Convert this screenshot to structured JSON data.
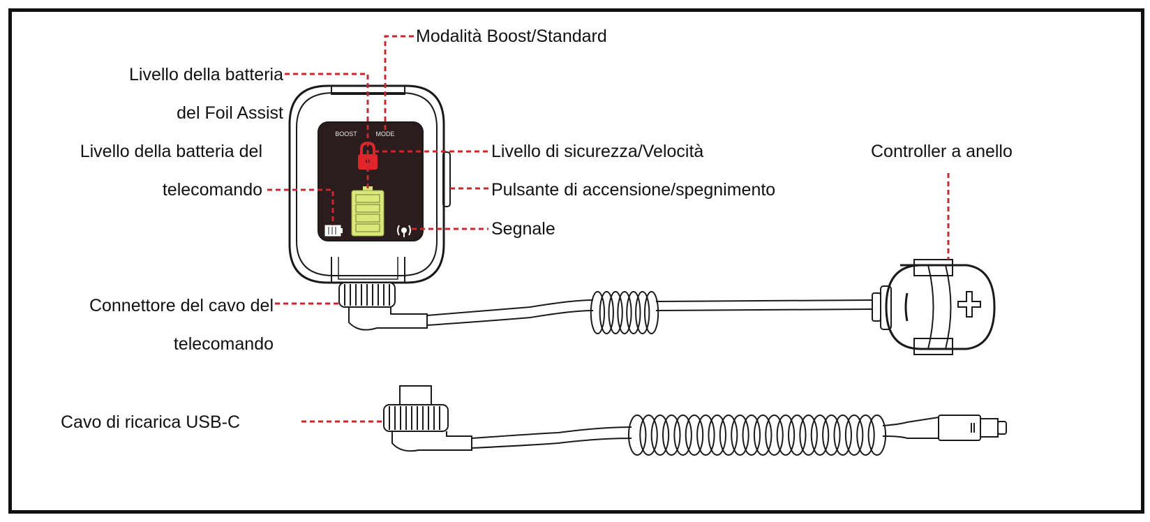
{
  "colors": {
    "leader": "#c8282d",
    "outline": "#1a1a1a",
    "screen": "#2b1d1d",
    "battery_fill": "#d9e87a",
    "lock": "#e0262b"
  },
  "labels": {
    "boost_mode": "Modalità Boost/Standard",
    "foil_battery_line1": "Livello della batteria",
    "foil_battery_line2": "del Foil Assist",
    "remote_battery_line1": "Livello della batteria del",
    "remote_battery_line2": "telecomando",
    "safety_speed": "Livello di sicurezza/Velocità",
    "power_button": "Pulsante di accensione/spegnimento",
    "signal": "Segnale",
    "ring_controller": "Controller a anello",
    "cable_connector_line1": "Connettore del cavo del",
    "cable_connector_line2": "telecomando",
    "usb_cable": "Cavo di ricarica USB-C"
  },
  "screen_text": {
    "boost": "BOOST",
    "mode": "MODE"
  },
  "icons": {
    "lock": "lock-icon",
    "battery": "battery-icon",
    "small_battery": "remote-battery-icon",
    "signal": "signal-icon",
    "ring_plus": "plus-icon"
  }
}
